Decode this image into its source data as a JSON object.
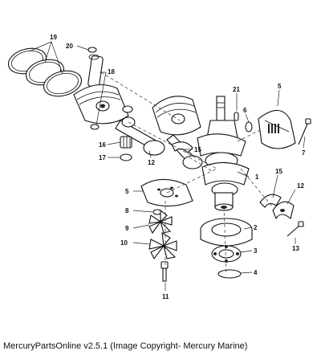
{
  "diagram": {
    "callouts": [
      "19",
      "20",
      "18",
      "21",
      "5",
      "6",
      "7",
      "16",
      "12",
      "15",
      "17",
      "1",
      "5",
      "15",
      "12",
      "8",
      "9",
      "10",
      "2",
      "3",
      "4",
      "11",
      "13"
    ]
  },
  "footer": {
    "text": "MercuryPartsOnline v2.5.1 (Image Copyright- Mercury Marine)"
  }
}
